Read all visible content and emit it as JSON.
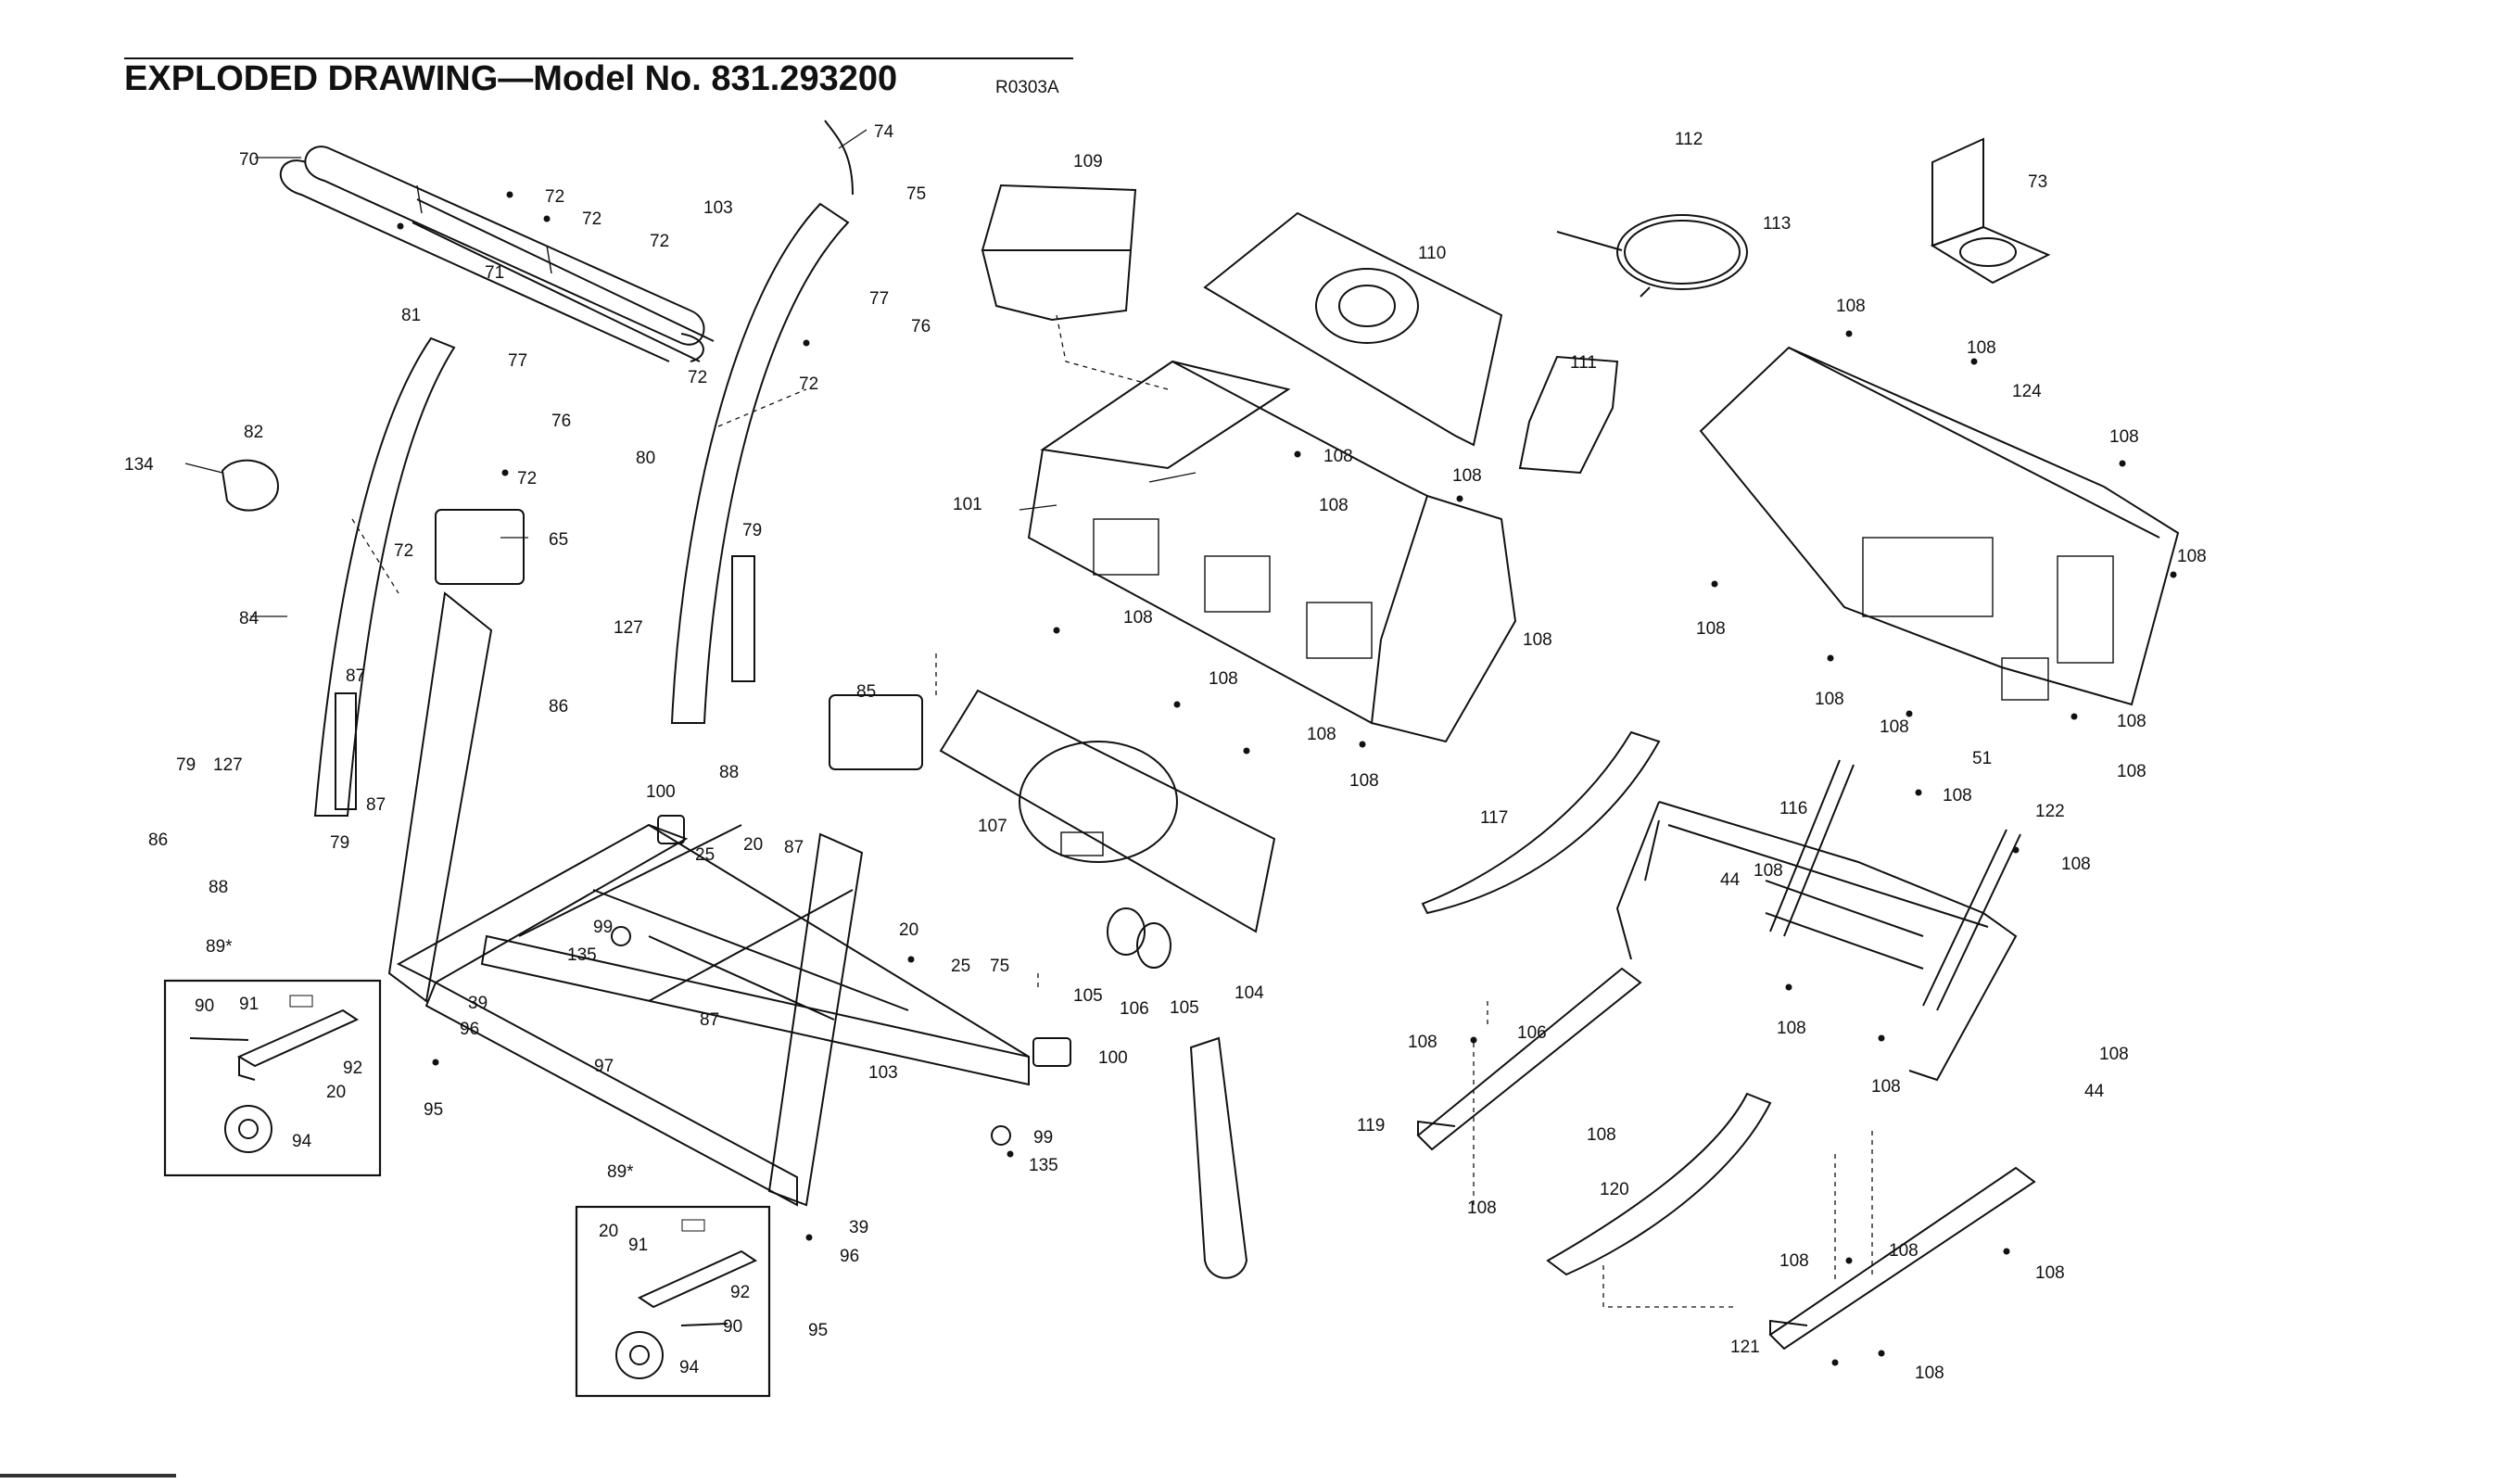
{
  "header": {
    "title": "EXPLODED DRAWING—Model No. 831.293200",
    "drawing_code": "R0303A"
  },
  "callouts": [
    {
      "id": "c70",
      "text": "70"
    },
    {
      "id": "c71",
      "text": "71"
    },
    {
      "id": "c72a",
      "text": "72"
    },
    {
      "id": "c72b",
      "text": "72"
    },
    {
      "id": "c72c",
      "text": "72"
    },
    {
      "id": "c72d",
      "text": "72"
    },
    {
      "id": "c72e",
      "text": "72"
    },
    {
      "id": "c72f",
      "text": "72"
    },
    {
      "id": "c72g",
      "text": "72"
    },
    {
      "id": "c103a",
      "text": "103"
    },
    {
      "id": "c74",
      "text": "74"
    },
    {
      "id": "c75a",
      "text": "75"
    },
    {
      "id": "c77a",
      "text": "77"
    },
    {
      "id": "c76a",
      "text": "76"
    },
    {
      "id": "c81",
      "text": "81"
    },
    {
      "id": "c77b",
      "text": "77"
    },
    {
      "id": "c76b",
      "text": "76"
    },
    {
      "id": "c82",
      "text": "82"
    },
    {
      "id": "c134",
      "text": "134"
    },
    {
      "id": "c65",
      "text": "65"
    },
    {
      "id": "c80",
      "text": "80"
    },
    {
      "id": "c79a",
      "text": "79"
    },
    {
      "id": "c84",
      "text": "84"
    },
    {
      "id": "c127a",
      "text": "127"
    },
    {
      "id": "c86a",
      "text": "86"
    },
    {
      "id": "c87a",
      "text": "87"
    },
    {
      "id": "c87b",
      "text": "87"
    },
    {
      "id": "c79b",
      "text": "79"
    },
    {
      "id": "c127b",
      "text": "127"
    },
    {
      "id": "c79c",
      "text": "79"
    },
    {
      "id": "c86b",
      "text": "86"
    },
    {
      "id": "c88a",
      "text": "88"
    },
    {
      "id": "c88b",
      "text": "88"
    },
    {
      "id": "c85",
      "text": "85"
    },
    {
      "id": "c100a",
      "text": "100"
    },
    {
      "id": "c25a",
      "text": "25"
    },
    {
      "id": "c20a",
      "text": "20"
    },
    {
      "id": "c87c",
      "text": "87"
    },
    {
      "id": "c99a",
      "text": "99"
    },
    {
      "id": "c135a",
      "text": "135"
    },
    {
      "id": "c89a",
      "text": "89*"
    },
    {
      "id": "c90a",
      "text": "90"
    },
    {
      "id": "c91a",
      "text": "91"
    },
    {
      "id": "c39a",
      "text": "39"
    },
    {
      "id": "c96a",
      "text": "96"
    },
    {
      "id": "c92a",
      "text": "92"
    },
    {
      "id": "c20b",
      "text": "20"
    },
    {
      "id": "c94a",
      "text": "94"
    },
    {
      "id": "c95a",
      "text": "95"
    },
    {
      "id": "c97",
      "text": "97"
    },
    {
      "id": "c87d",
      "text": "87"
    },
    {
      "id": "c20c",
      "text": "20"
    },
    {
      "id": "c25b",
      "text": "25"
    },
    {
      "id": "c75b",
      "text": "75"
    },
    {
      "id": "c103b",
      "text": "103"
    },
    {
      "id": "c100b",
      "text": "100"
    },
    {
      "id": "c99b",
      "text": "99"
    },
    {
      "id": "c135b",
      "text": "135"
    },
    {
      "id": "c89b",
      "text": "89*"
    },
    {
      "id": "c20d",
      "text": "20"
    },
    {
      "id": "c91b",
      "text": "91"
    },
    {
      "id": "c39b",
      "text": "39"
    },
    {
      "id": "c96b",
      "text": "96"
    },
    {
      "id": "c92b",
      "text": "92"
    },
    {
      "id": "c90b",
      "text": "90"
    },
    {
      "id": "c94b",
      "text": "94"
    },
    {
      "id": "c95b",
      "text": "95"
    },
    {
      "id": "c109",
      "text": "109"
    },
    {
      "id": "c110",
      "text": "110"
    },
    {
      "id": "c108a",
      "text": "108"
    },
    {
      "id": "c101",
      "text": "101"
    },
    {
      "id": "c108b",
      "text": "108"
    },
    {
      "id": "c108c",
      "text": "108"
    },
    {
      "id": "c108d",
      "text": "108"
    },
    {
      "id": "c108e",
      "text": "108"
    },
    {
      "id": "c108f",
      "text": "108"
    },
    {
      "id": "c108g",
      "text": "108"
    },
    {
      "id": "c108h",
      "text": "108"
    },
    {
      "id": "c111",
      "text": "111"
    },
    {
      "id": "c112",
      "text": "112"
    },
    {
      "id": "c113",
      "text": "113"
    },
    {
      "id": "c73",
      "text": "73"
    },
    {
      "id": "c108i",
      "text": "108"
    },
    {
      "id": "c108j",
      "text": "108"
    },
    {
      "id": "c124",
      "text": "124"
    },
    {
      "id": "c108k",
      "text": "108"
    },
    {
      "id": "c108l",
      "text": "108"
    },
    {
      "id": "c108m",
      "text": "108"
    },
    {
      "id": "c108n",
      "text": "108"
    },
    {
      "id": "c108o",
      "text": "108"
    },
    {
      "id": "c51",
      "text": "51"
    },
    {
      "id": "c108p",
      "text": "108"
    },
    {
      "id": "c108q",
      "text": "108"
    },
    {
      "id": "c122",
      "text": "122"
    },
    {
      "id": "c107",
      "text": "107"
    },
    {
      "id": "c105a",
      "text": "105"
    },
    {
      "id": "c106a",
      "text": "106"
    },
    {
      "id": "c105b",
      "text": "105"
    },
    {
      "id": "c104",
      "text": "104"
    },
    {
      "id": "c117",
      "text": "117"
    },
    {
      "id": "c116",
      "text": "116"
    },
    {
      "id": "c108r",
      "text": "108"
    },
    {
      "id": "c44a",
      "text": "44"
    },
    {
      "id": "c108s",
      "text": "108"
    },
    {
      "id": "c108t",
      "text": "108"
    },
    {
      "id": "c108u",
      "text": "108"
    },
    {
      "id": "c106b",
      "text": "106"
    },
    {
      "id": "c108v",
      "text": "108"
    },
    {
      "id": "c108w",
      "text": "108"
    },
    {
      "id": "c108x",
      "text": "108"
    },
    {
      "id": "c44b",
      "text": "44"
    },
    {
      "id": "c119",
      "text": "119"
    },
    {
      "id": "c108y",
      "text": "108"
    },
    {
      "id": "c108z",
      "text": "108"
    },
    {
      "id": "c120",
      "text": "120"
    },
    {
      "id": "c108aa",
      "text": "108"
    },
    {
      "id": "c108ab",
      "text": "108"
    },
    {
      "id": "c108ac",
      "text": "108"
    },
    {
      "id": "c121",
      "text": "121"
    },
    {
      "id": "c108ad",
      "text": "108"
    }
  ]
}
